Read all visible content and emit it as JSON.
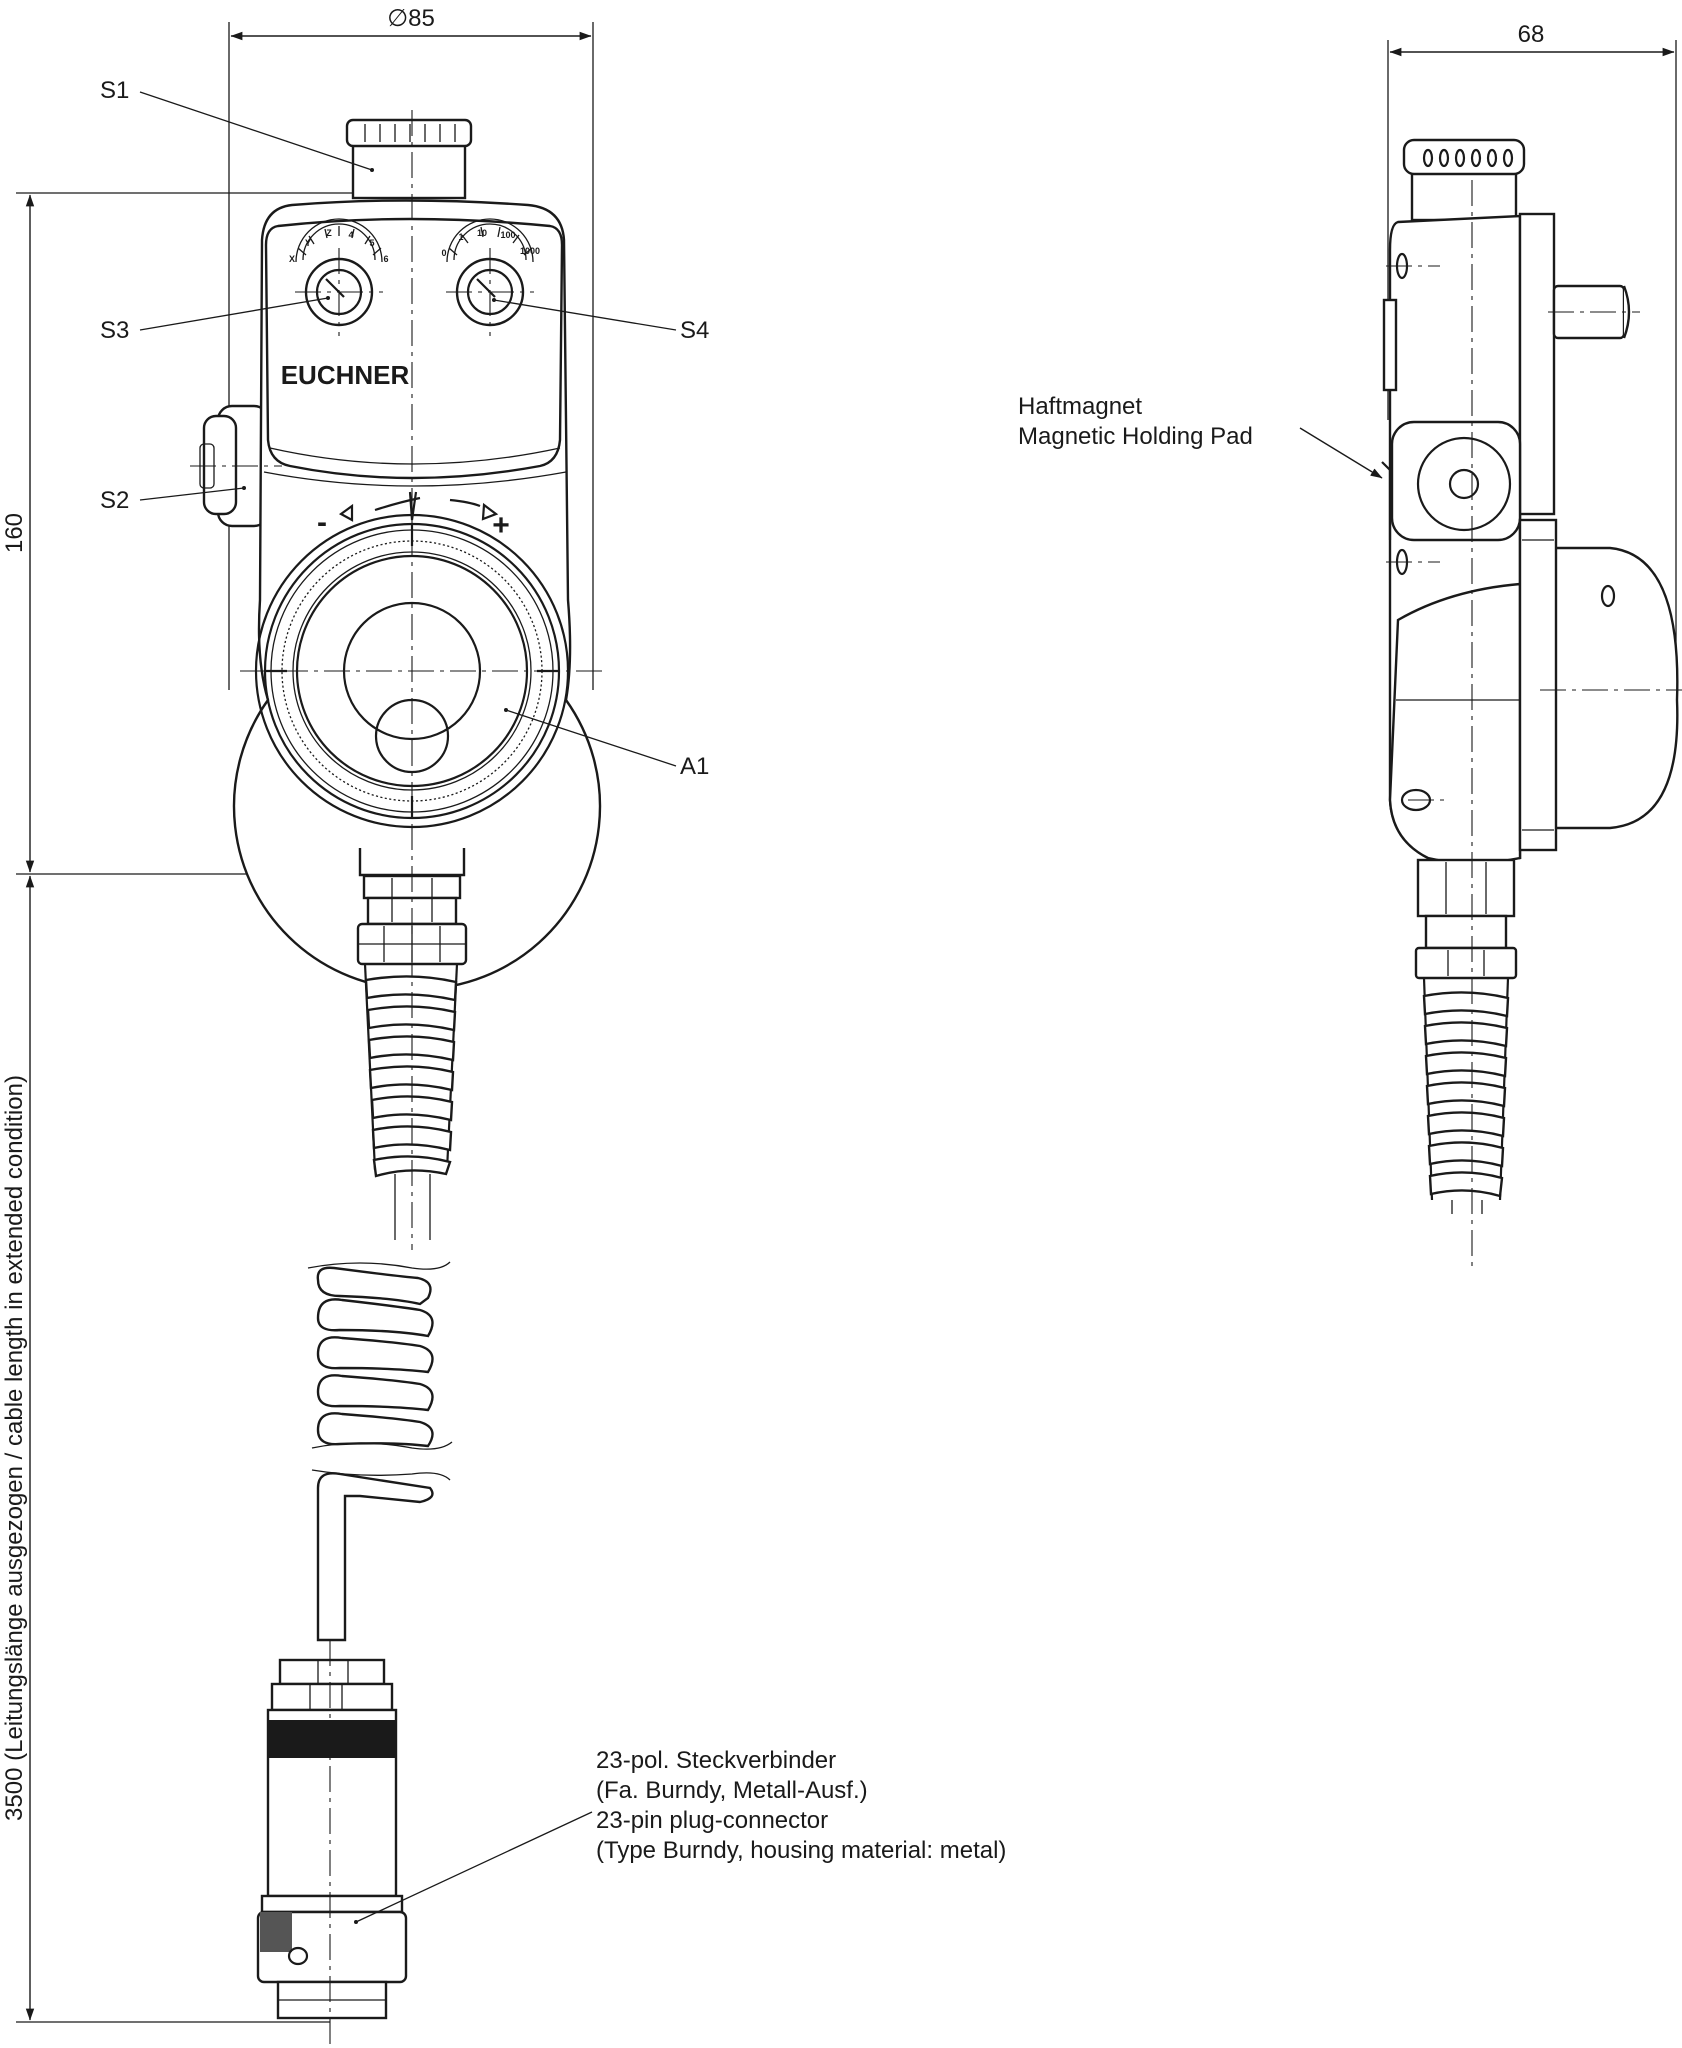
{
  "dimensions": {
    "diameter": "85",
    "height": "160",
    "depth": "68",
    "cable_length": "3500 (Leitungslänge ausgezogen / cable length in extended condition)"
  },
  "callouts": {
    "s1": "S1",
    "s2": "S2",
    "s3": "S3",
    "s4": "S4",
    "a1": "A1"
  },
  "brand": "EUCHNER",
  "axis_selector": [
    "X",
    "Y",
    "Z",
    "4",
    "5",
    "6"
  ],
  "step_selector": [
    "0",
    "1",
    "10",
    "100",
    "1000"
  ],
  "handwheel_signs": {
    "minus": "-",
    "plus": "+"
  },
  "magnet_label": [
    "Haftmagnet",
    "Magnetic Holding Pad"
  ],
  "connector_label": [
    "23-pol. Steckverbinder",
    "(Fa. Burndy, Metall-Ausf.)",
    "23-pin plug-connector",
    "(Type Burndy, housing material: metal)"
  ],
  "diameter_symbol": "∅"
}
